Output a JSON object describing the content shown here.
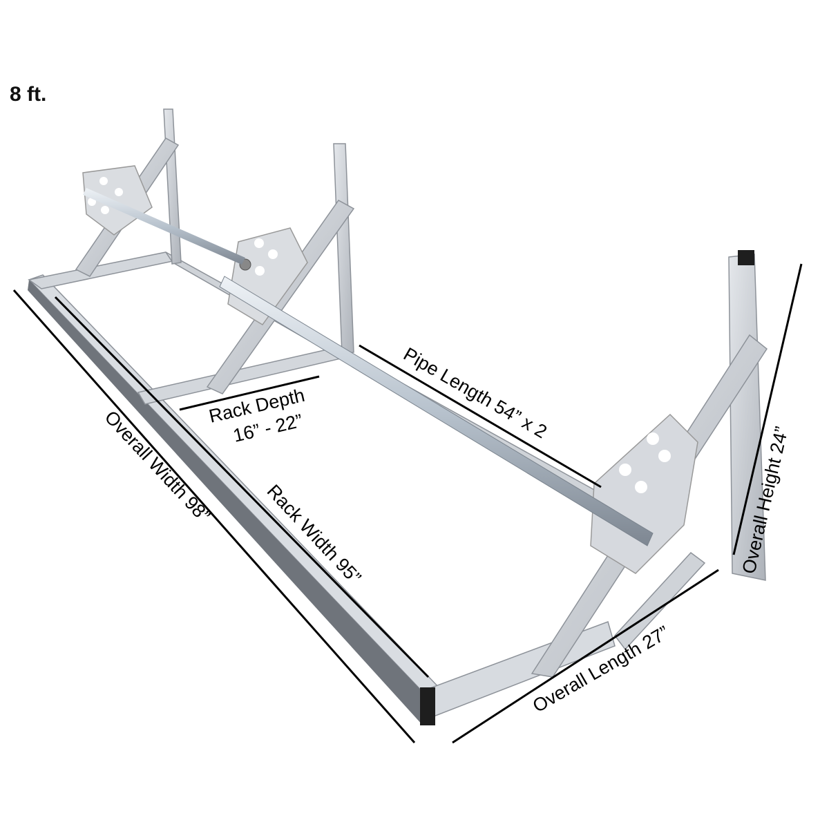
{
  "title": "8 ft.",
  "product": {
    "name": "Overhead pipe rack frame",
    "frame_color": "#c8ccd2",
    "frame_shadow": "#8c9098",
    "pipe_color": "#b9c4cf",
    "end_cap_color": "#222222"
  },
  "dimensions": {
    "rack_depth_line1": "Rack Depth",
    "rack_depth_line2": "16” - 22”",
    "pipe_length": "Pipe Length 54” x 2",
    "overall_height": "Overall Height 24”",
    "overall_length": "Overall Length 27”",
    "overall_width": "Overall Width 98”",
    "rack_width": "Rack Width 95”"
  }
}
